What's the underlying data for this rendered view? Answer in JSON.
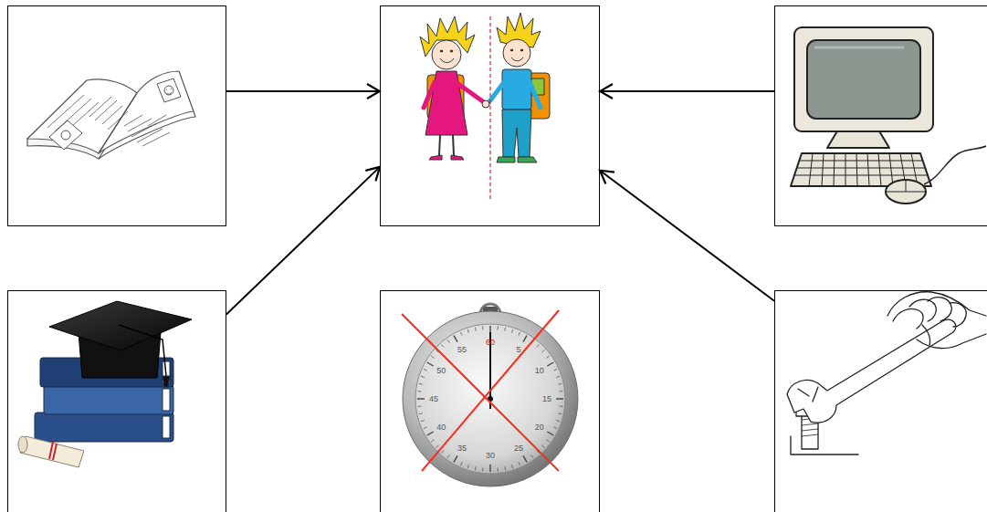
{
  "diagram": {
    "nodes": [
      {
        "text": []
      },
      {
        "text": []
      },
      {
        "text": []
      },
      {
        "text": []
      },
      {
        "text": []
      },
      {
        "text": []
      }
    ],
    "edges": [
      {
        "from": 0,
        "to": 1,
        "arrow": "to"
      },
      {
        "from": 2,
        "to": 1,
        "arrow": "to"
      },
      {
        "from": 3,
        "to": 1,
        "arrow": "to"
      },
      {
        "from": 5,
        "to": 1,
        "arrow": "to"
      }
    ],
    "labels": [
      "60",
      "5",
      "10",
      "15",
      "20",
      "25",
      "30",
      "35",
      "40",
      "45",
      "50",
      "55"
    ]
  }
}
